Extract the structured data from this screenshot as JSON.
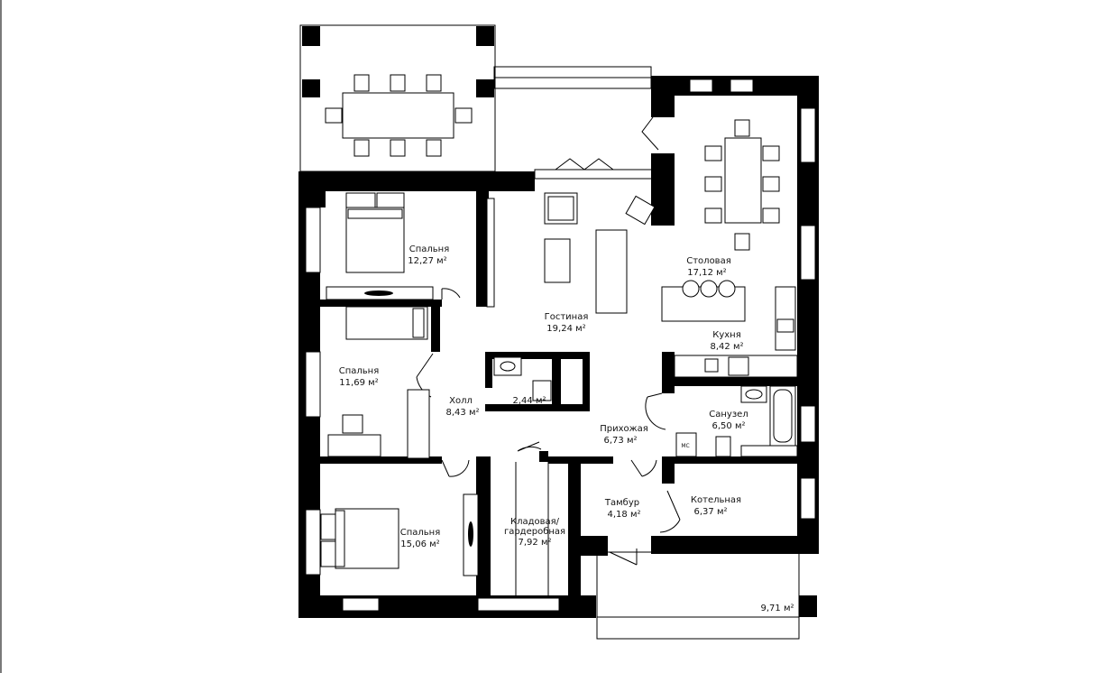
{
  "plan": {
    "unit": "м²",
    "rooms": [
      {
        "id": "bedroom1",
        "name": "Спальня",
        "area": "12,27"
      },
      {
        "id": "bedroom2",
        "name": "Спальня",
        "area": "11,69"
      },
      {
        "id": "bedroom3",
        "name": "Спальня",
        "area": "15,06"
      },
      {
        "id": "living",
        "name": "Гостиная",
        "area": "19,24"
      },
      {
        "id": "dining",
        "name": "Столовая",
        "area": "17,12"
      },
      {
        "id": "kitchen",
        "name": "Кухня",
        "area": "8,42"
      },
      {
        "id": "hall",
        "name": "Холл",
        "area": "8,43"
      },
      {
        "id": "wc",
        "name": "",
        "area": "2,44"
      },
      {
        "id": "entry",
        "name": "Прихожая",
        "area": "6,73"
      },
      {
        "id": "bath",
        "name": "Санузел",
        "area": "6,50"
      },
      {
        "id": "vestibule",
        "name": "Тамбур",
        "area": "4,18"
      },
      {
        "id": "boiler",
        "name": "Котельная",
        "area": "6,37"
      },
      {
        "id": "storage",
        "name_line1": "Кладовая/",
        "name_line2": "гардеробная",
        "area": "7,92"
      },
      {
        "id": "porch",
        "name": "",
        "area": "9,71"
      }
    ],
    "appliance_label": "МС"
  }
}
